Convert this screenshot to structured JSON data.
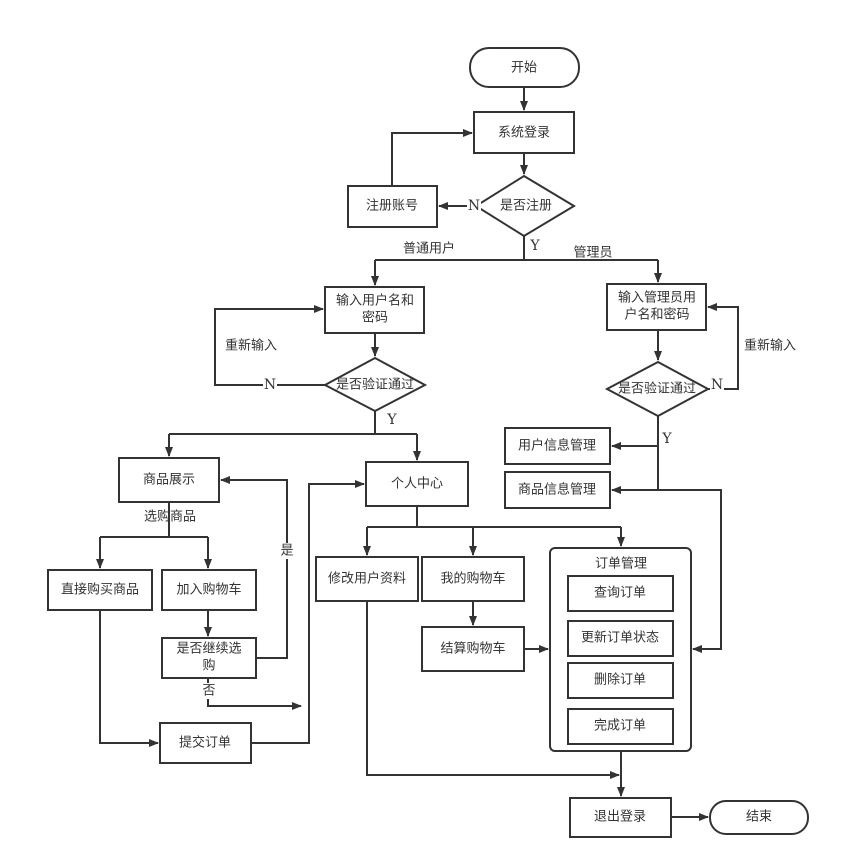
{
  "nodes": {
    "start": "开始",
    "login": "系统登录",
    "is_registered": "是否注册",
    "register": "注册账号",
    "user_input_1": "输入用户名和",
    "user_input_2": "密码",
    "user_verify": "是否验证通过",
    "admin_input_1": "输入管理员用",
    "admin_input_2": "户名和密码",
    "admin_verify": "是否验证通过",
    "user_info_mgmt": "用户信息管理",
    "goods_info_mgmt": "商品信息管理",
    "goods_display": "商品展示",
    "buy_direct": "直接购买商品",
    "add_cart": "加入购物车",
    "continue_1": "是否继续选",
    "continue_2": "购",
    "submit_order": "提交订单",
    "personal_center": "个人中心",
    "edit_profile": "修改用户资料",
    "my_cart": "我的购物车",
    "checkout_cart": "结算购物车",
    "order_mgmt": "订单管理",
    "query_order": "查询订单",
    "update_order_status": "更新订单状态",
    "delete_order": "删除订单",
    "complete_order": "完成订单",
    "logout": "退出登录",
    "end": "结束"
  },
  "edge_labels": {
    "no": "N",
    "yes": "Y",
    "normal_user": "普通用户",
    "admin": "管理员",
    "reenter": "重新输入",
    "choose_goods": "选购商品",
    "shi": "是",
    "fou": "否"
  }
}
